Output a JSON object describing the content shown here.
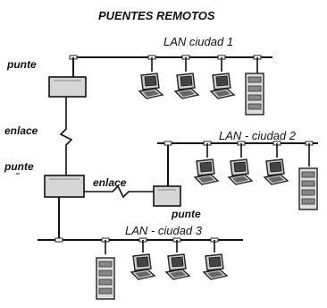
{
  "diagram": {
    "title": "PUENTES REMOTOS",
    "lans": [
      {
        "label": "LAN ciudad 1"
      },
      {
        "label": "LAN  - ciudad 2"
      },
      {
        "label": "LAN  - ciudad 3"
      }
    ],
    "bridges": [
      {
        "label": "punte"
      },
      {
        "label": "punte"
      },
      {
        "label": "punte"
      }
    ],
    "links": [
      {
        "label": "enlace"
      },
      {
        "label": "enlace"
      }
    ],
    "icons": {
      "workstation": "workstation-icon",
      "server": "server-tower-icon",
      "bridge": "bridge-device-icon",
      "link": "lightning-link-icon"
    }
  }
}
